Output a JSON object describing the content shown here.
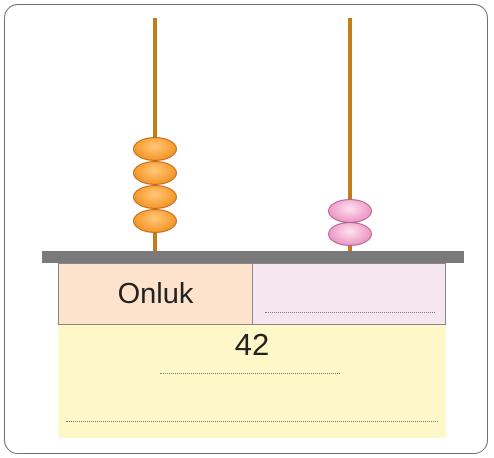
{
  "abacus": {
    "rods": [
      {
        "name": "tens-rod",
        "bead_count": 4,
        "bead_color": "#f7a23a"
      },
      {
        "name": "ones-rod",
        "bead_count": 2,
        "bead_color": "#f1a9cf"
      }
    ],
    "rod_color": "#c27c1a",
    "base_color": "#7a7a7a"
  },
  "table": {
    "tens_label": "Onluk",
    "tens_cell_color": "#fde3cc",
    "ones_cell_color": "#f6e6ef",
    "answer_area_color": "#fef8c8",
    "number": "42"
  }
}
